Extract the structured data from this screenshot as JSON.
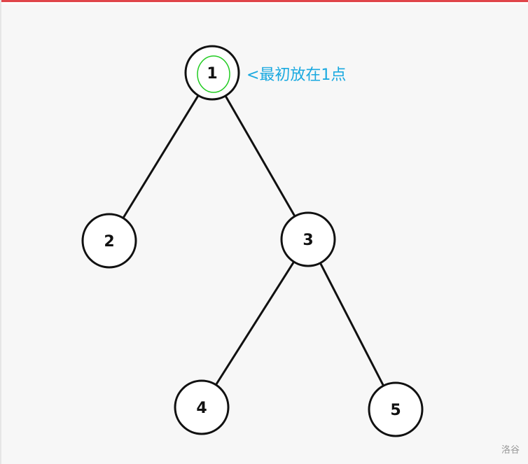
{
  "diagram": {
    "nodes": [
      {
        "id": "1",
        "label": "1",
        "highlighted": true
      },
      {
        "id": "2",
        "label": "2"
      },
      {
        "id": "3",
        "label": "3"
      },
      {
        "id": "4",
        "label": "4"
      },
      {
        "id": "5",
        "label": "5"
      }
    ],
    "edges": [
      {
        "from": "1",
        "to": "2"
      },
      {
        "from": "1",
        "to": "3"
      },
      {
        "from": "3",
        "to": "4"
      },
      {
        "from": "3",
        "to": "5"
      }
    ],
    "annotation": "<最初放在1点",
    "colors": {
      "node_stroke": "#111111",
      "node_fill": "#ffffff",
      "highlight_ring": "#22cc22",
      "annotation_text": "#1aa9e0",
      "top_border": "#e0454a"
    }
  },
  "watermark": "洛谷"
}
